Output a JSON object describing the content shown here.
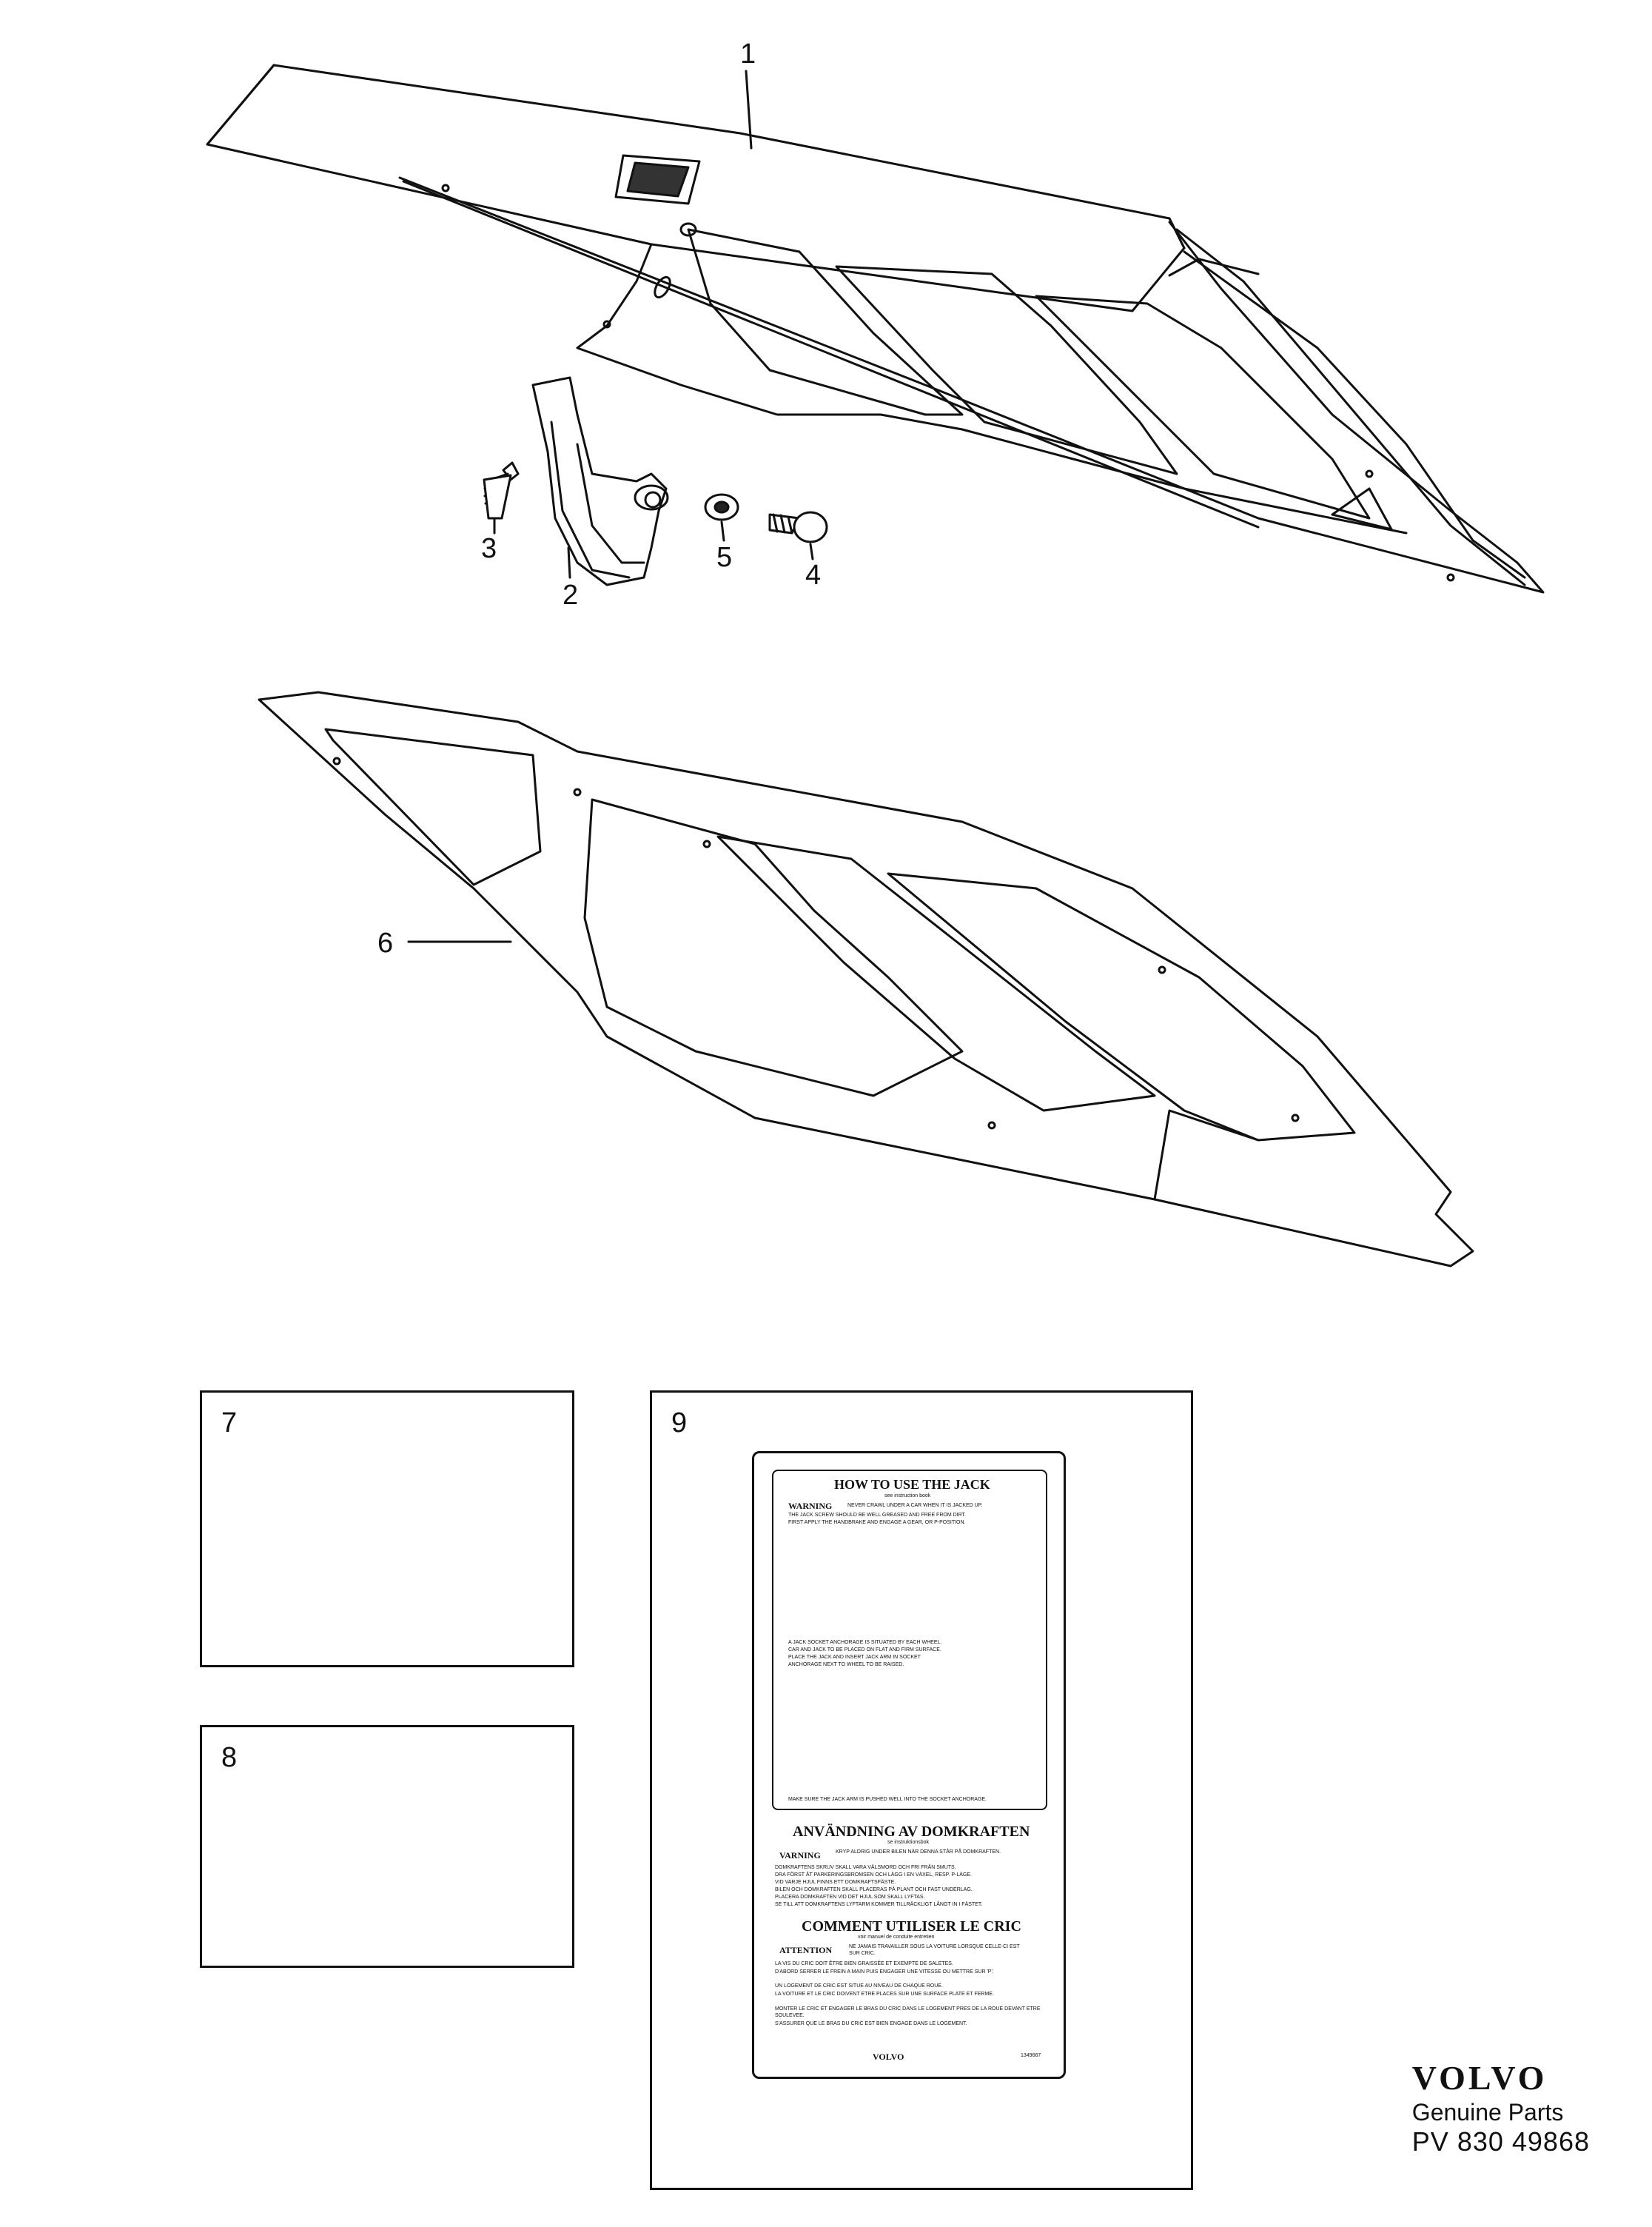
{
  "callouts": [
    "1",
    "2",
    "3",
    "4",
    "5",
    "6",
    "7",
    "8",
    "9"
  ],
  "label": {
    "title_en": "HOW TO USE THE JACK",
    "sub_en": "see instruction book",
    "warning_word": "WARNING",
    "warning_text": "NEVER CRAWL UNDER A CAR WHEN IT IS JACKED UP.",
    "en_lines": [
      "THE JACK SCREW SHOULD BE WELL GREASED AND FREE FROM DIRT.",
      "FIRST APPLY THE HANDBRAKE AND ENGAGE A GEAR, OR P-POSITION.",
      "A JACK SOCKET ANCHORAGE IS SITUATED BY EACH WHEEL.",
      "CAR AND JACK TO BE PLACED ON FLAT AND FIRM SURFACE.",
      "PLACE THE JACK AND INSERT JACK ARM IN SOCKET",
      "ANCHORAGE NEXT TO WHEEL TO BE RAISED.",
      "MAKE SURE THE JACK ARM IS PUSHED WELL INTO THE SOCKET ANCHORAGE."
    ],
    "title_sv": "ANVÄNDNING AV DOMKRAFTEN",
    "sub_sv": "se instruktionsbok",
    "varning_word": "VARNING",
    "varning_text": "KRYP ALDRIG UNDER BILEN NÄR DENNA STÅR PÅ DOMKRAFTEN.",
    "sv_lines": [
      "DOMKRAFTENS SKRUV SKALL VARA VÄLSMORD OCH FRI FRÅN SMUTS.",
      "DRA FÖRST ÅT PARKERINGSBROMSEN OCH LÄGG I EN VÄXEL, RESP. P-LÄGE.",
      "VID VARJE HJUL FINNS ETT DOMKRAFTSFÄSTE.",
      "BILEN OCH DOMKRAFTEN SKALL PLACERAS PÅ PLANT OCH FAST UNDERLAG.",
      "PLACERA DOMKRAFTEN VID DET HJUL SOM SKALL LYFTAS.",
      "SE TILL ATT DOMKRAFTENS LYFTARM KOMMER TILLRÄCKLIGT LÅNGT IN I FÄSTET."
    ],
    "title_fr": "COMMENT UTILISER LE CRIC",
    "sub_fr": "voir manuel de conduite entretien",
    "attention_word": "ATTENTION",
    "attention_text": "NE JAMAIS TRAVAILLER SOUS LA VOITURE LORSQUE CELLE-CI EST SUR CRIC.",
    "fr_lines": [
      "LA VIS DU CRIC DOIT ÊTRE BIEN GRAISSÉE ET EXEMPTE DE SALETES.",
      "D'ABORD SERRER LE FREIN A MAIN PUIS ENGAGER UNE VITESSE OU METTRE SUR 'P'.",
      "UN LOGEMENT DE CRIC EST SITUE AU NIVEAU DE CHAQUE ROUE.",
      "LA VOITURE ET LE CRIC DOIVENT ETRE PLACES SUR UNE SURFACE PLATE ET FERME.",
      "MONTER LE CRIC ET ENGAGER LE BRAS DU CRIC DANS LE LOGEMENT PRES DE LA ROUE DEVANT ETRE SOULEVEE.",
      "S'ASSURER QUE LE BRAS DU CRIC EST BIEN ENGAGE DANS LE LOGEMENT."
    ],
    "footer_brand": "VOLVO",
    "footer_code": "1349667"
  },
  "brand": {
    "logo": "VOLVO",
    "subtitle": "Genuine Parts",
    "code": "PV 830 49868"
  }
}
